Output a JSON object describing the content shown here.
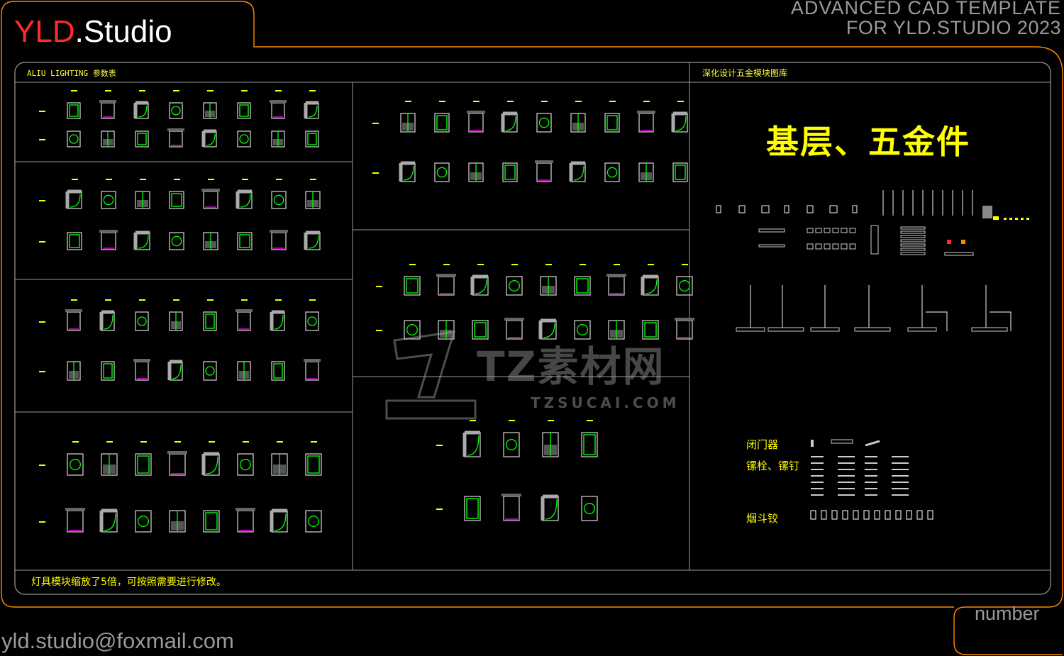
{
  "brand": {
    "prefix": "YLD",
    "suffix": ".Studio"
  },
  "template": {
    "line1": "ADVANCED  CAD  TEMPLATE",
    "line2": "FOR YLD.STUDIO 2023"
  },
  "footer": {
    "email": "yld.studio@foxmail.com",
    "number_label": "number"
  },
  "sections": {
    "left_header": "ALIU  LIGHTING  参数表",
    "right_header": "深化设计五金模块图库",
    "big_title": "基层、五金件",
    "labels": [
      "闭门器",
      "镙栓、镙钉",
      "烟斗铰"
    ],
    "note": "灯具模块缩放了5倍，可按照需要进行修改。"
  },
  "watermark": {
    "main": "TZ素材网",
    "sub": "TZSUCAI.COM"
  },
  "colors": {
    "frame": "#ff8a00",
    "grid": "#9a9a9a",
    "accent_yellow": "#ffff00",
    "cad_green": "#00ff00",
    "cad_magenta": "#ff00ff",
    "brand_red": "#ff2a2a"
  }
}
